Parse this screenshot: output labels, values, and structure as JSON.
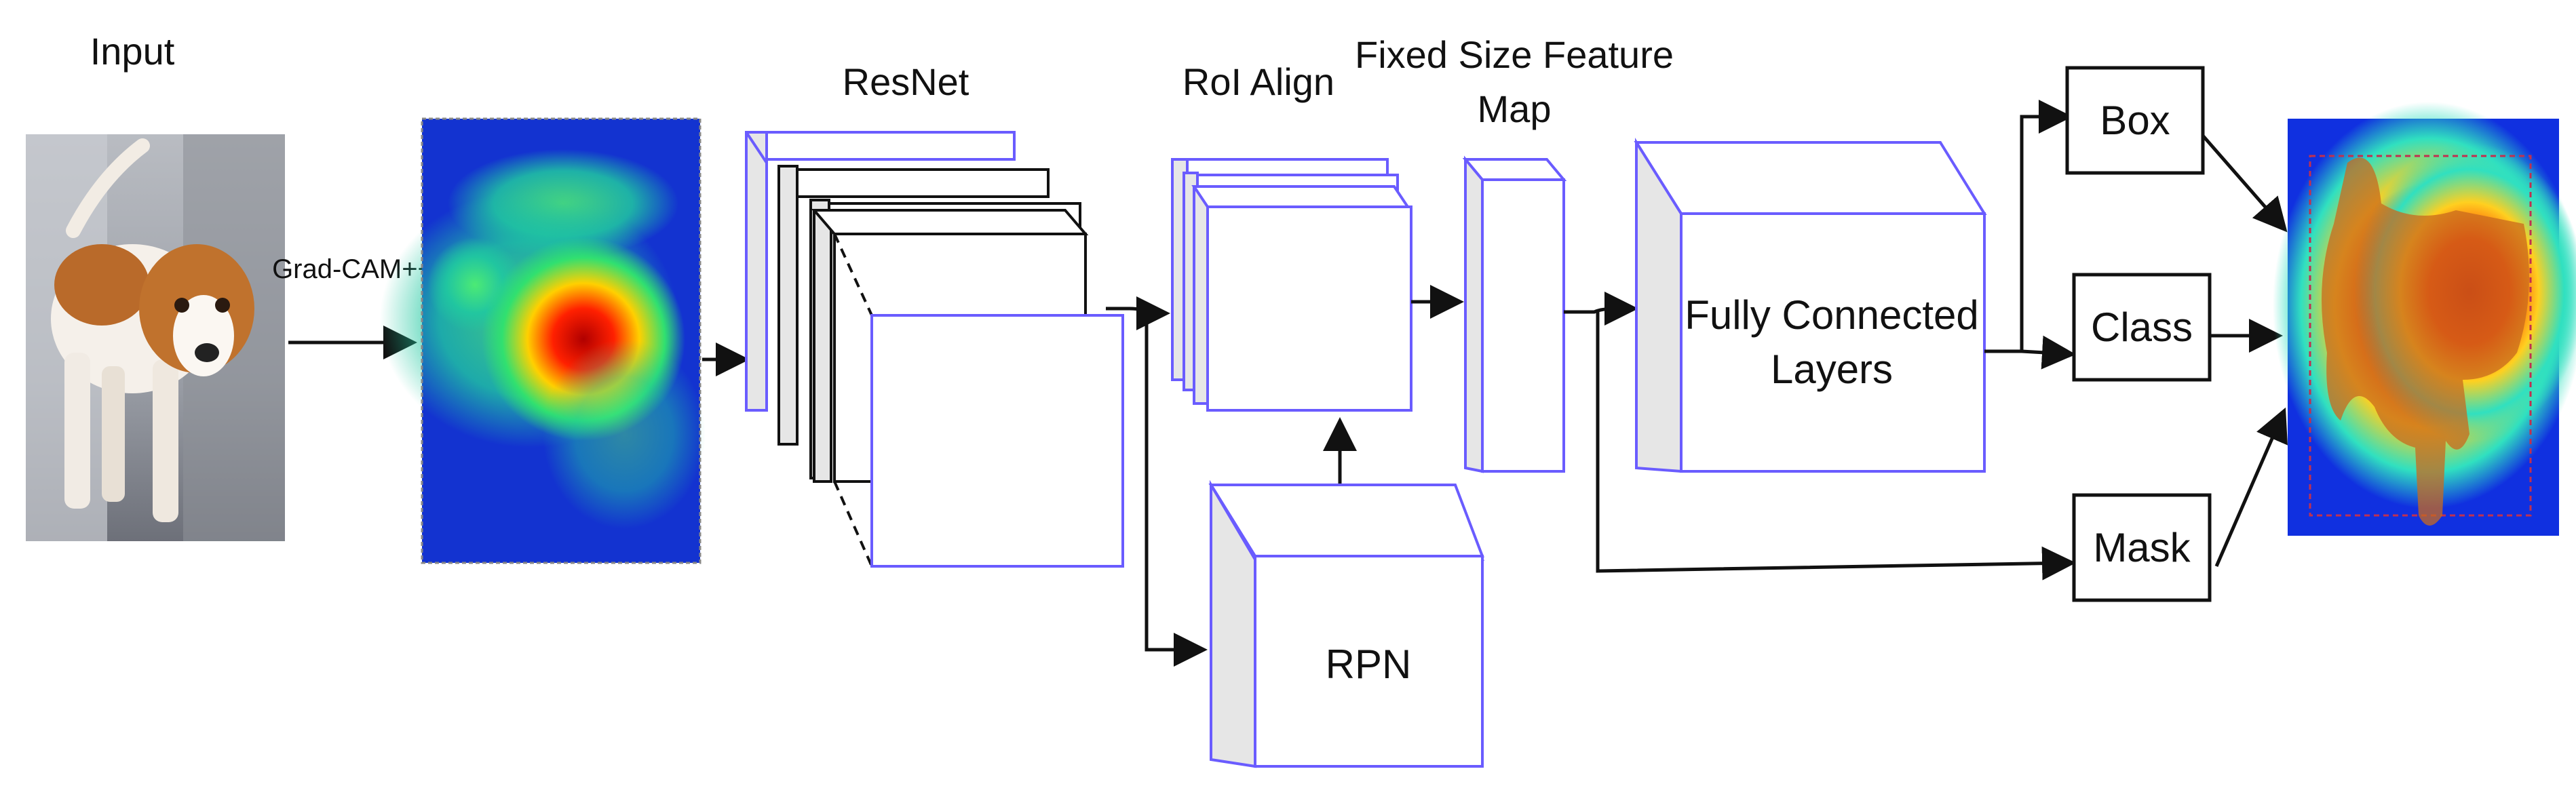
{
  "labels": {
    "input": "Input",
    "gradcam": "Grad-CAM++",
    "resnet": "ResNet",
    "roi_align": "RoI Align",
    "fixed_size_line1": "Fixed Size Feature",
    "fixed_size_line2": "Map",
    "fc_line1": "Fully Connected",
    "fc_line2": "Layers",
    "rpn": "RPN",
    "box": "Box",
    "class": "Class",
    "mask": "Mask"
  },
  "colors": {
    "block_edge": "#6a5cff",
    "block_front": "#ffffff",
    "block_side": "#e6e6e6",
    "arrow": "#111111",
    "heatmap_low": "#1030d8",
    "heatmap_mid": "#20d070",
    "heatmap_high": "#ff2000"
  },
  "images": {
    "input_image": "photo of brown and white beagle dog",
    "gradcam_heatmap": "Grad-CAM++ heatmap",
    "output_mask": "segmentation mask over heatmap"
  }
}
